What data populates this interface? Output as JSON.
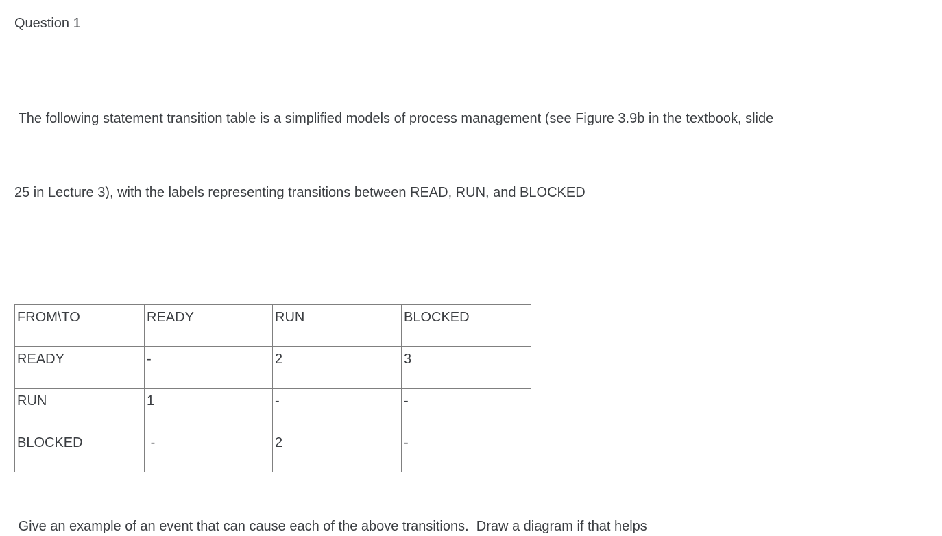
{
  "page": {
    "title": "Question 1",
    "intro_lines": [
      " The following statement transition table is a simplified models of process management (see Figure 3.9b in the textbook, slide",
      "25 in Lecture 3), with the labels representing transitions between READ, RUN, and BLOCKED"
    ],
    "footer": " Give an example of an event that can cause each of the above transitions.  Draw a diagram if that helps"
  },
  "transition_table": {
    "headers": [
      "FROM\\TO",
      "READY",
      "RUN",
      "BLOCKED"
    ],
    "rows": [
      [
        "READY",
        "-",
        "2",
        "3"
      ],
      [
        "RUN",
        "1",
        "-",
        "-"
      ],
      [
        "BLOCKED",
        " -",
        "2",
        "-"
      ]
    ]
  },
  "colors": {
    "text": "#3b3e42",
    "table_border": "#808080",
    "background": "#ffffff"
  }
}
